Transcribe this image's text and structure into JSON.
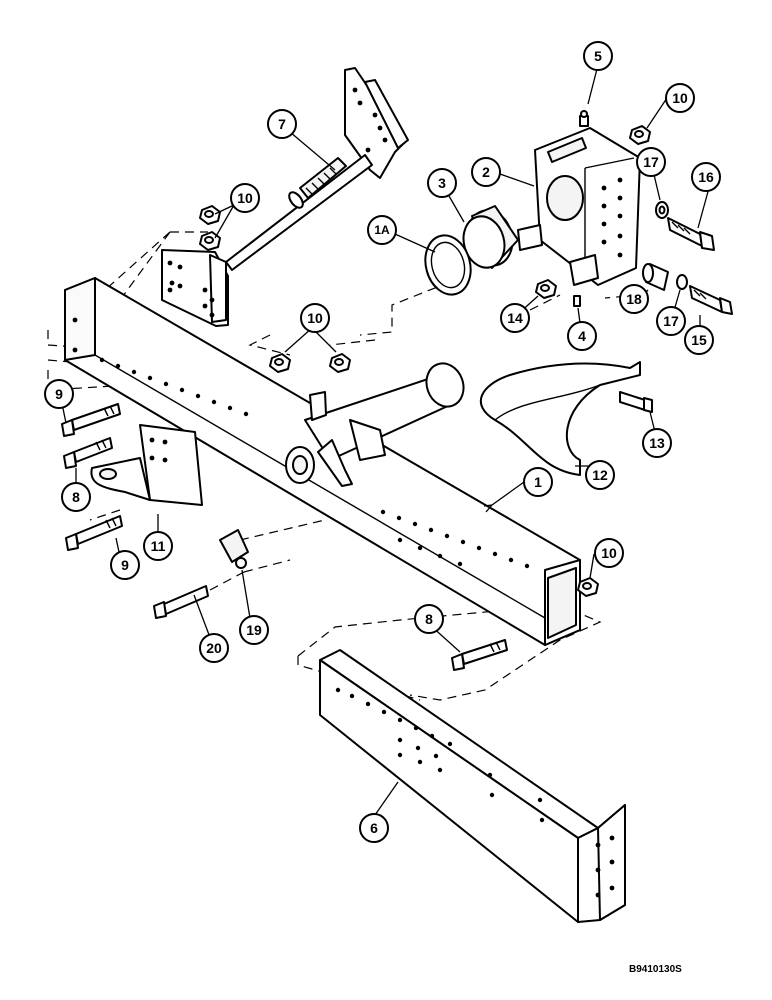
{
  "figure_code": "B9410130S",
  "callouts": [
    {
      "label": "1"
    },
    {
      "label": "1A"
    },
    {
      "label": "2"
    },
    {
      "label": "3"
    },
    {
      "label": "4"
    },
    {
      "label": "5"
    },
    {
      "label": "6"
    },
    {
      "label": "7"
    },
    {
      "label": "8"
    },
    {
      "label": "8"
    },
    {
      "label": "9"
    },
    {
      "label": "9"
    },
    {
      "label": "10"
    },
    {
      "label": "10"
    },
    {
      "label": "10"
    },
    {
      "label": "10"
    },
    {
      "label": "11"
    },
    {
      "label": "12"
    },
    {
      "label": "13"
    },
    {
      "label": "14"
    },
    {
      "label": "15"
    },
    {
      "label": "16"
    },
    {
      "label": "17"
    },
    {
      "label": "17"
    },
    {
      "label": "18"
    },
    {
      "label": "19"
    },
    {
      "label": "20"
    }
  ]
}
